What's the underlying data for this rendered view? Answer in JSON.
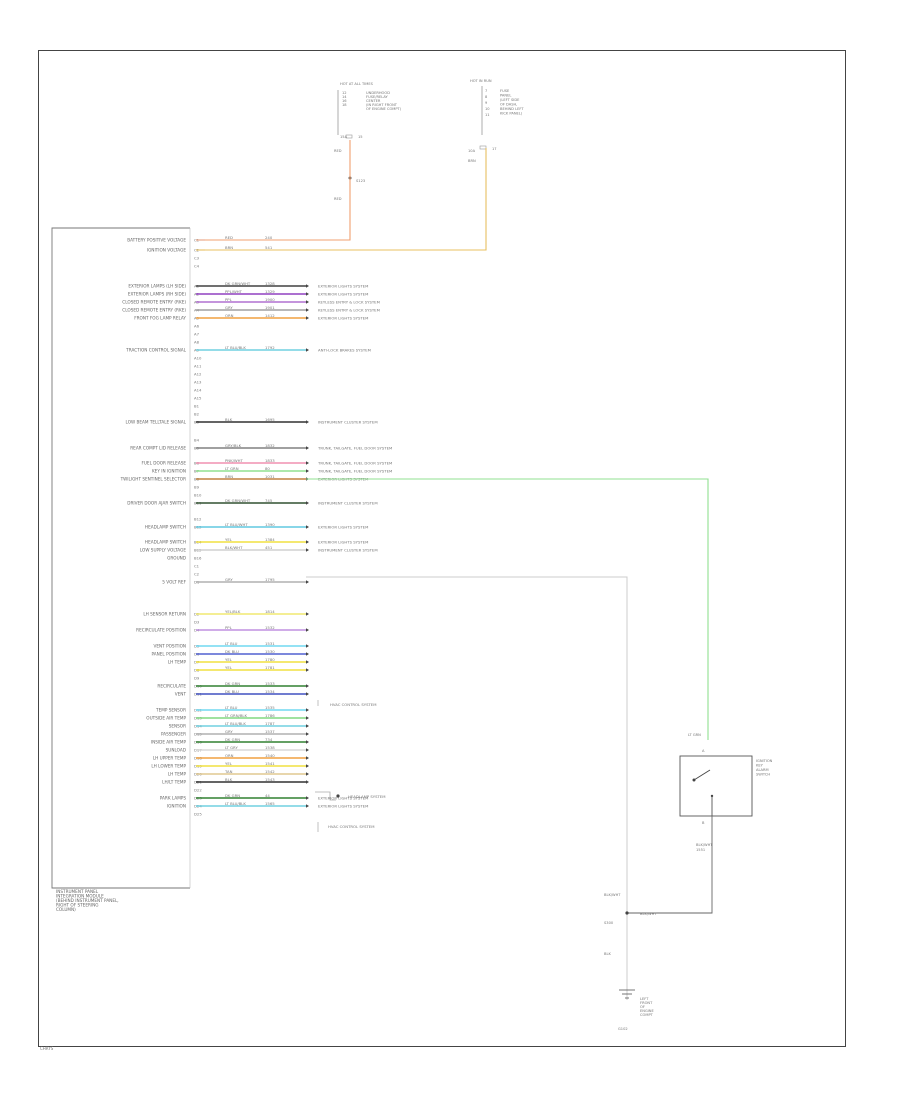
{
  "fuses": {
    "left": {
      "title": "HOT AT ALL TIMES",
      "legend": [
        "12",
        "14",
        "16",
        "18"
      ],
      "legend_desc": [
        "UNDERHOOD",
        "FUSE/RELAY",
        "CENTER",
        "(IN RIGHT FRONT",
        "OF ENGINE COMPT)"
      ],
      "fuse_id": "15A",
      "wire": "RED",
      "splice": "S123",
      "wire2": "RED"
    },
    "right": {
      "title": "HOT IN RUN",
      "legend": [
        "7",
        "8",
        "9",
        "10",
        "11"
      ],
      "legend_desc": [
        "FUSE",
        "PANEL",
        "(LEFT SIDE",
        "OF DASH,",
        "BEHIND LEFT",
        "KICK PANEL)"
      ],
      "fuse_id": "10A",
      "wire": "BRN"
    }
  },
  "module": {
    "name_lines": [
      "INSTRUMENT PANEL",
      "INTEGRATION MODULE",
      "(BEHIND INSTRUMENT PANEL,",
      "RIGHT OF STEERING",
      "COLUMN)"
    ]
  },
  "rows": [
    {
      "label": "BATTERY POSITIVE VOLTAGE",
      "pin": "C1",
      "wire": "RED",
      "code": "240",
      "color": "#e8a080"
    },
    {
      "label": "IGNITION VOLTAGE",
      "pin": "C2",
      "wire": "BRN",
      "code": "541",
      "color": "#e8c060"
    },
    {
      "label": "",
      "pin": "C3"
    },
    {
      "label": "",
      "pin": "C4"
    },
    {
      "label": "EXTERIOR LAMPS (LH SIDE)",
      "pin": "A1",
      "wire": "DK GRN/WHT",
      "code": "1328",
      "color": "#404040",
      "dest": "EXTERIOR LIGHTS SYSTEM"
    },
    {
      "label": "EXTERIOR LAMPS (RH SIDE)",
      "pin": "A2",
      "wire": "PPL/WHT",
      "code": "1329",
      "color": "#9040c0",
      "dest": "EXTERIOR LIGHTS SYSTEM"
    },
    {
      "label": "CLOSED REMOTE ENTRY (RKE)",
      "pin": "A3",
      "wire": "PPL",
      "code": "1900",
      "color": "#b070d0",
      "dest": "KEYLESS ENTRY & LOCK SYSTEM"
    },
    {
      "label": "CLOSED REMOTE ENTRY (RKE)",
      "pin": "A4",
      "wire": "GRY",
      "code": "1901",
      "color": "#a0a0a0",
      "dest": "KEYLESS ENTRY & LOCK SYSTEM"
    },
    {
      "label": "FRONT FOG LAMP RELAY",
      "pin": "A5",
      "wire": "ORN",
      "code": "1412",
      "color": "#f0a040",
      "dest": "EXTERIOR LIGHTS SYSTEM"
    },
    {
      "label": "",
      "pin": "A6"
    },
    {
      "label": "",
      "pin": "A7"
    },
    {
      "label": "",
      "pin": "A8"
    },
    {
      "label": "TRACTION CONTROL SIGNAL",
      "pin": "A9",
      "wire": "LT BLU/BLK",
      "code": "1792",
      "color": "#70d0e0",
      "dest": "ANTI-LOCK BRAKES SYSTEM"
    },
    {
      "label": "",
      "pin": "A10"
    },
    {
      "label": "",
      "pin": "A11"
    },
    {
      "label": "",
      "pin": "A12"
    },
    {
      "label": "",
      "pin": "A13"
    },
    {
      "label": "",
      "pin": "A14"
    },
    {
      "label": "",
      "pin": "A15"
    },
    {
      "label": "",
      "pin": "B1"
    },
    {
      "label": "",
      "pin": "B2"
    },
    {
      "label": "LOW BEAM TELLTALE SIGNAL",
      "pin": "B3",
      "wire": "BLK",
      "code": "1695",
      "color": "#303030",
      "dest": "INSTRUMENT CLUSTER SYSTEM"
    },
    {
      "label": "",
      "pin": "B4"
    },
    {
      "label": "REAR COMPT LID RELEASE",
      "pin": "B5",
      "wire": "GRY/BLK",
      "code": "1832",
      "color": "#808080",
      "dest": "TRUNK, TAILGATE, FUEL DOOR SYSTEM"
    },
    {
      "label": "FUEL DOOR RELEASE",
      "pin": "B6",
      "wire": "PNK/WHT",
      "code": "1833",
      "color": "#f090b0",
      "dest": "TRUNK, TAILGATE, FUEL DOOR SYSTEM"
    },
    {
      "label": "KEY IN IGNITION",
      "pin": "B7",
      "wire": "LT GRN",
      "code": "80",
      "color": "#90e090",
      "dest": "TRUNK, TAILGATE, FUEL DOOR SYSTEM"
    },
    {
      "label": "TWILIGHT SENTINEL SELECTOR",
      "pin": "B8",
      "wire": "BRN",
      "code": "1031",
      "color": "#c08040",
      "dest": "EXTERIOR LIGHTS SYSTEM"
    },
    {
      "label": "",
      "pin": "B9"
    },
    {
      "label": "",
      "pin": "B10"
    },
    {
      "label": "DRIVER DOOR AJAR SWITCH",
      "pin": "B11",
      "wire": "DK GRN/WHT",
      "code": "745",
      "color": "#305030",
      "dest": "INSTRUMENT CLUSTER SYSTEM"
    },
    {
      "label": "",
      "pin": "B12"
    },
    {
      "label": "HEADLAMP SWITCH",
      "pin": "B13",
      "wire": "LT BLU/WHT",
      "code": "1390",
      "color": "#60c8e0",
      "dest": "EXTERIOR LIGHTS SYSTEM"
    },
    {
      "label": "HEADLAMP SWITCH",
      "pin": "B14",
      "wire": "YEL",
      "code": "1384",
      "color": "#f0e040",
      "dest": "EXTERIOR LIGHTS SYSTEM"
    },
    {
      "label": "LOW SUPPLY VOLTAGE",
      "pin": "B15",
      "wire": "BLK/WHT",
      "code": "451",
      "color": "#d0d0d0",
      "dest": "INSTRUMENT CLUSTER SYSTEM"
    },
    {
      "label": "GROUND",
      "pin": "B16"
    },
    {
      "label": "",
      "pin": "C1"
    },
    {
      "label": "",
      "pin": "C2"
    },
    {
      "label": "5 VOLT REF",
      "pin": "D1",
      "wire": "GRY",
      "code": "1795",
      "color": "#b0b0b0"
    },
    {
      "label": "LH SENSOR RETURN",
      "pin": "D2",
      "wire": "YEL/BLK",
      "code": "1814",
      "color": "#f0e870"
    },
    {
      "label": "",
      "pin": "D3"
    },
    {
      "label": "RECIRCULATE POSITION",
      "pin": "D4",
      "wire": "PPL",
      "code": "1532",
      "color": "#c090e0"
    },
    {
      "label": "VENT POSITION",
      "pin": "D5",
      "wire": "LT BLU",
      "code": "1531",
      "color": "#70d8f0"
    },
    {
      "label": "PANEL POSITION",
      "pin": "D6",
      "wire": "DK BLU",
      "code": "1530",
      "color": "#5060d0"
    },
    {
      "label": "LH TEMP",
      "pin": "D7",
      "wire": "YEL",
      "code": "1780",
      "color": "#f0e040"
    },
    {
      "label": "",
      "pin": "D8",
      "wire": "YEL",
      "code": "1781",
      "color": "#f0e040"
    },
    {
      "label": "",
      "pin": "D9"
    },
    {
      "label": "RECIRCULATE",
      "pin": "D10",
      "wire": "DK GRN",
      "code": "1533",
      "color": "#308030"
    },
    {
      "label": "VENT",
      "pin": "D11",
      "wire": "DK BLU",
      "code": "1534",
      "color": "#4050c0"
    },
    {
      "label": "TEMP SENSOR",
      "pin": "D12",
      "wire": "LT BLU",
      "code": "1535",
      "color": "#70d8f0"
    },
    {
      "label": "OUTSIDE AIR TEMP",
      "pin": "D13",
      "wire": "LT GRN/BLK",
      "code": "1786",
      "color": "#80d880"
    },
    {
      "label": "SENSOR",
      "pin": "D14",
      "wire": "LT BLU/BLK",
      "code": "1787",
      "color": "#70d0e0"
    },
    {
      "label": "PASSENGER",
      "pin": "D15",
      "wire": "GRY",
      "code": "1537",
      "color": "#b0b0b0"
    },
    {
      "label": "INSIDE AIR TEMP",
      "pin": "D16",
      "wire": "DK GRN",
      "code": "734",
      "color": "#308030"
    },
    {
      "label": "SUNLOAD",
      "pin": "D17",
      "wire": "LT GRY",
      "code": "1538",
      "color": "#d8d8d8"
    },
    {
      "label": "LH UPPER TEMP",
      "pin": "D18",
      "wire": "ORN",
      "code": "1540",
      "color": "#f0a040"
    },
    {
      "label": "LH LOWER TEMP",
      "pin": "D19",
      "wire": "YEL",
      "code": "1541",
      "color": "#f0e040"
    },
    {
      "label": "LH TEMP",
      "pin": "D20",
      "wire": "TAN",
      "code": "1542",
      "color": "#e0c890"
    },
    {
      "label": "LH/LT TEMP",
      "pin": "D21",
      "wire": "BLK",
      "code": "1543",
      "color": "#303030"
    },
    {
      "label": "",
      "pin": "D22"
    },
    {
      "label": "PARK LAMPS",
      "pin": "D23",
      "wire": "DK GRN",
      "code": "44",
      "color": "#308030",
      "dest": "EXTERIOR LIGHTS SYSTEM"
    },
    {
      "label": "IGNITION",
      "pin": "D24",
      "wire": "LT BLU/BLK",
      "code": "1565",
      "color": "#70d0e0",
      "dest": "EXTERIOR LIGHTS SYSTEM"
    },
    {
      "label": "",
      "pin": "D25"
    }
  ],
  "side_notes": {
    "hvac": "HVAC CONTROL SYSTEM",
    "headlamp": "HEADLAMP SYSTEM",
    "hvac2": "HVAC CONTROL SYSTEM"
  },
  "switch": {
    "name_lines": [
      "IGNITION",
      "KEY",
      "ALARM",
      "SWITCH"
    ],
    "wire_in": "LT GRN",
    "pin_a": "A",
    "pin_b": "B",
    "wire_out": "BLK/WHT",
    "code_out": "1551"
  },
  "ground": {
    "wire1": "BLK/WHT",
    "splice": "S300",
    "splice_label": "BLK/WHT",
    "wire2": "BLK",
    "name_lines": [
      "LEFT",
      "FRONT",
      "OF",
      "ENGINE",
      "COMPT"
    ],
    "id": "G102"
  },
  "footer_text": "CHRYS"
}
